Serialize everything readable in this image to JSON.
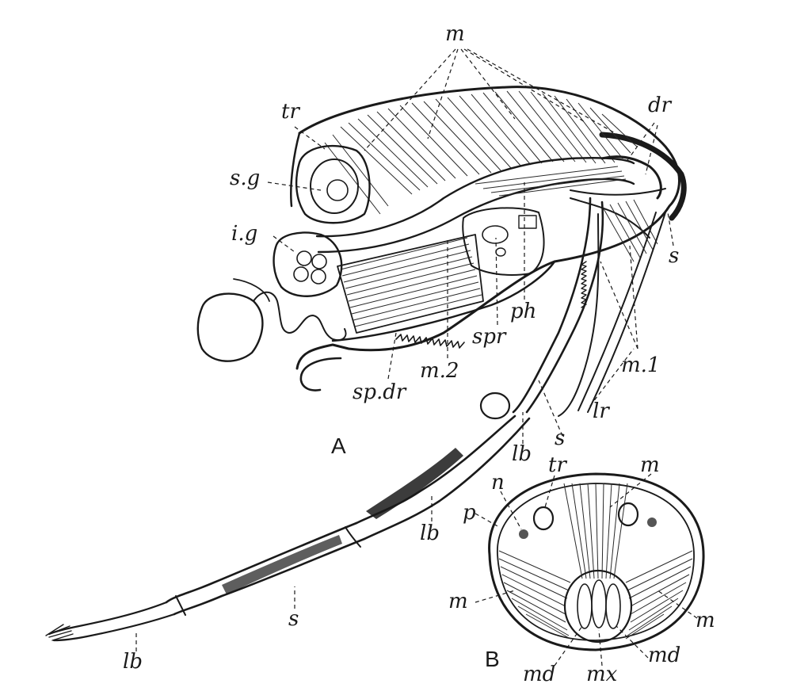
{
  "figure_a": {
    "letter": "A",
    "labels": {
      "m": "m",
      "tr": "tr",
      "dr": "dr",
      "sg": "s.g",
      "ig": "i.g",
      "s_upper": "s",
      "ph": "ph",
      "spr": "spr",
      "m2": "m.2",
      "m1": "m.1",
      "spdr": "sp.dr",
      "lr": "lr",
      "s_mid": "s",
      "lb_mid": "lb",
      "lb_low": "lb",
      "s_low": "s",
      "lb_tip": "lb"
    }
  },
  "figure_b": {
    "letter": "B",
    "labels": {
      "n": "n",
      "tr": "tr",
      "m_top": "m",
      "p": "p",
      "m_left": "m",
      "m_right": "m",
      "md_left": "md",
      "mx": "mx",
      "md_right": "md"
    }
  },
  "colors": {
    "ink": "#1a1a1a",
    "paper": "#ffffff"
  }
}
